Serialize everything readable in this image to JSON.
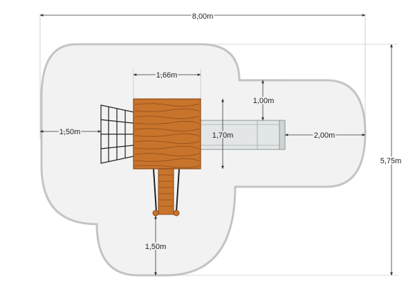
{
  "diagram": {
    "dimensions": {
      "overall_width": "8,00m",
      "overall_height": "5,75m",
      "platform_width": "1,66m",
      "platform_depth": "1,70m",
      "left_clearance": "1,50m",
      "slide_side_clearance": "1,00m",
      "slide_end_clearance": "2,00m",
      "bottom_clearance": "1,50m"
    },
    "colors": {
      "safety_zone_fill": "#f2f2f2",
      "safety_zone_stroke": "#c4c4c4",
      "wood": "#c8742c",
      "wood_dark": "#8a4a17",
      "slide": "#e2e6e6",
      "net": "#1e1e1e"
    }
  }
}
